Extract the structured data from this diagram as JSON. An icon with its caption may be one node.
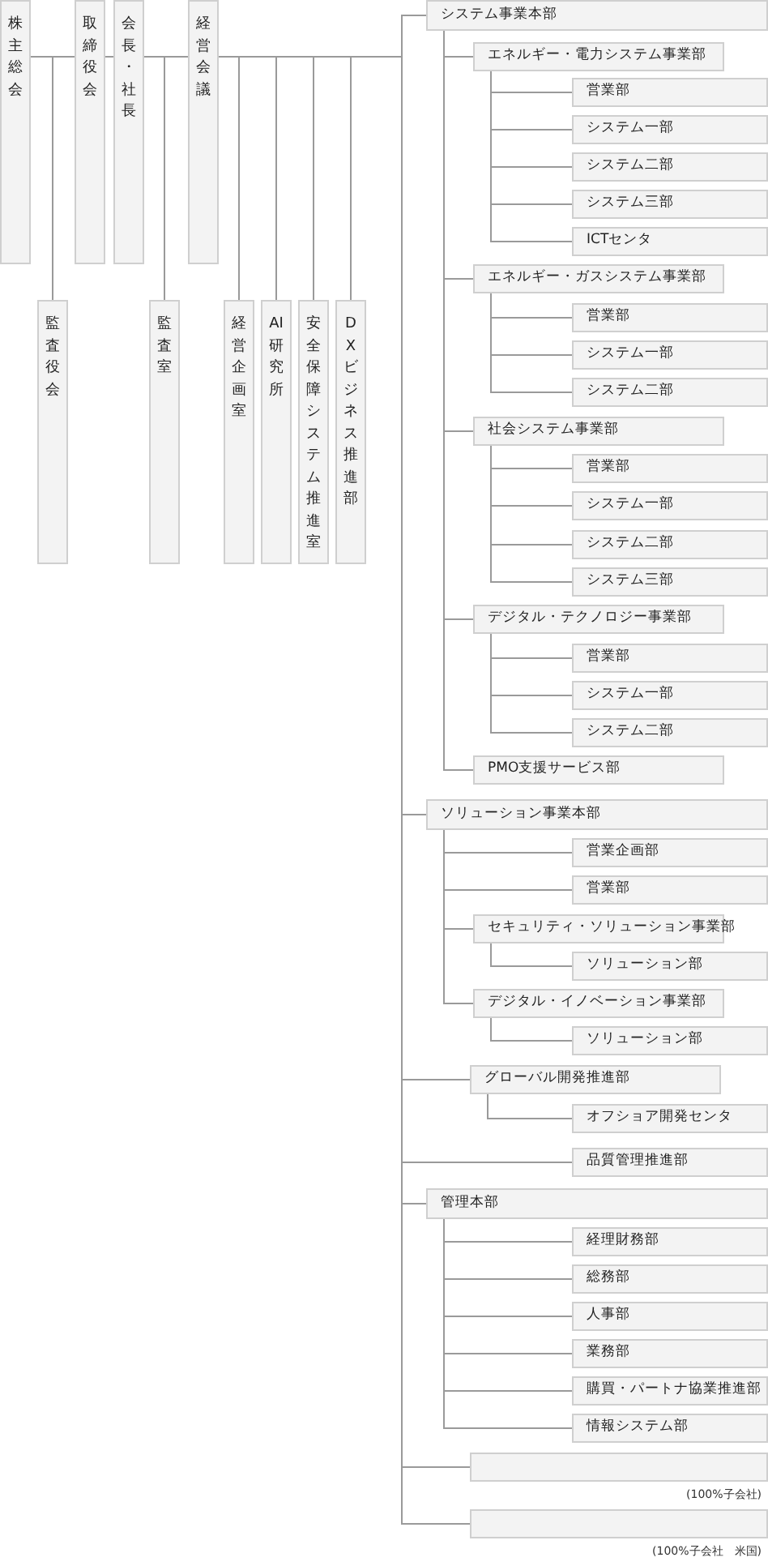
{
  "diagram": {
    "nodes": [
      {
        "text": [
          "株主総会"
        ]
      },
      {
        "text": [
          "取締役会"
        ]
      },
      {
        "text": [
          "会長・社長"
        ]
      },
      {
        "text": [
          "経営会議"
        ]
      },
      {
        "text": [
          "監査役会"
        ]
      },
      {
        "text": [
          "監査室"
        ]
      },
      {
        "text": [
          "経営企画室"
        ]
      },
      {
        "text": [
          "AI研究所"
        ]
      },
      {
        "text": [
          "安全保障システム推進室"
        ]
      },
      {
        "text": [
          "DXビジネス推進部"
        ]
      },
      {
        "text": [
          "システム事業本部"
        ]
      },
      {
        "text": [
          "エネルギー・電力システム事業部"
        ]
      },
      {
        "text": [
          "営業部"
        ]
      },
      {
        "text": [
          "システム一部"
        ]
      },
      {
        "text": [
          "システム二部"
        ]
      },
      {
        "text": [
          "システム三部"
        ]
      },
      {
        "text": [
          "ICTセンタ"
        ]
      },
      {
        "text": [
          "エネルギー・ガスシステム事業部"
        ]
      },
      {
        "text": [
          "営業部"
        ]
      },
      {
        "text": [
          "システム一部"
        ]
      },
      {
        "text": [
          "システム二部"
        ]
      },
      {
        "text": [
          "社会システム事業部"
        ]
      },
      {
        "text": [
          "営業部"
        ]
      },
      {
        "text": [
          "システム一部"
        ]
      },
      {
        "text": [
          "システム二部"
        ]
      },
      {
        "text": [
          "システム三部"
        ]
      },
      {
        "text": [
          "デジタル・テクノロジー事業部"
        ]
      },
      {
        "text": [
          "営業部"
        ]
      },
      {
        "text": [
          "システム一部"
        ]
      },
      {
        "text": [
          "システム二部"
        ]
      },
      {
        "text": [
          "PMO支援サービス部"
        ]
      },
      {
        "text": [
          "ソリューション事業本部"
        ]
      },
      {
        "text": [
          "営業企画部"
        ]
      },
      {
        "text": [
          "営業部"
        ]
      },
      {
        "text": [
          "セキュリティ・ソリューション事業部"
        ]
      },
      {
        "text": [
          "ソリューション部"
        ]
      },
      {
        "text": [
          "デジタル・イノベーション事業部"
        ]
      },
      {
        "text": [
          "ソリューション部"
        ]
      },
      {
        "text": [
          "グローバル開発推進部"
        ]
      },
      {
        "text": [
          "オフショア開発センタ"
        ]
      },
      {
        "text": [
          "品質管理推進部"
        ]
      },
      {
        "text": [
          "管理本部"
        ]
      },
      {
        "text": [
          "経理財務部"
        ]
      },
      {
        "text": [
          "総務部"
        ]
      },
      {
        "text": [
          "人事部"
        ]
      },
      {
        "text": [
          "業務部"
        ]
      },
      {
        "text": [
          "購買・パートナ協業推進部"
        ]
      },
      {
        "text": [
          "情報システム部"
        ]
      },
      {
        "text": [],
        "shape": "box",
        "beside": [
          "(100%子会社)"
        ]
      },
      {
        "text": [],
        "shape": "box",
        "beside": [
          "(100%子会社　米国)"
        ]
      }
    ],
    "edges": [
      {
        "from": 0,
        "to": 1,
        "arrow": "none"
      },
      {
        "from": 1,
        "to": 2,
        "arrow": "none"
      },
      {
        "from": 2,
        "to": 3,
        "arrow": "none"
      },
      {
        "from": 0,
        "to": 4,
        "arrow": "none"
      },
      {
        "from": 2,
        "to": 5,
        "arrow": "none"
      },
      {
        "from": 3,
        "to": 6,
        "arrow": "none"
      },
      {
        "from": 3,
        "to": 7,
        "arrow": "none"
      },
      {
        "from": 3,
        "to": 8,
        "arrow": "none"
      },
      {
        "from": 3,
        "to": 9,
        "arrow": "none"
      },
      {
        "from": 3,
        "to": 10,
        "arrow": "none"
      },
      {
        "from": 10,
        "to": 11,
        "arrow": "none"
      },
      {
        "from": 11,
        "to": 12,
        "arrow": "none"
      },
      {
        "from": 11,
        "to": 13,
        "arrow": "none"
      },
      {
        "from": 11,
        "to": 14,
        "arrow": "none"
      },
      {
        "from": 11,
        "to": 15,
        "arrow": "none"
      },
      {
        "from": 11,
        "to": 16,
        "arrow": "none"
      },
      {
        "from": 10,
        "to": 17,
        "arrow": "none"
      },
      {
        "from": 17,
        "to": 18,
        "arrow": "none"
      },
      {
        "from": 17,
        "to": 19,
        "arrow": "none"
      },
      {
        "from": 17,
        "to": 20,
        "arrow": "none"
      },
      {
        "from": 10,
        "to": 21,
        "arrow": "none"
      },
      {
        "from": 21,
        "to": 22,
        "arrow": "none"
      },
      {
        "from": 21,
        "to": 23,
        "arrow": "none"
      },
      {
        "from": 21,
        "to": 24,
        "arrow": "none"
      },
      {
        "from": 21,
        "to": 25,
        "arrow": "none"
      },
      {
        "from": 10,
        "to": 26,
        "arrow": "none"
      },
      {
        "from": 26,
        "to": 27,
        "arrow": "none"
      },
      {
        "from": 26,
        "to": 28,
        "arrow": "none"
      },
      {
        "from": 26,
        "to": 29,
        "arrow": "none"
      },
      {
        "from": 10,
        "to": 30,
        "arrow": "none"
      },
      {
        "from": 3,
        "to": 31,
        "arrow": "none"
      },
      {
        "from": 31,
        "to": 32,
        "arrow": "none"
      },
      {
        "from": 31,
        "to": 33,
        "arrow": "none"
      },
      {
        "from": 31,
        "to": 34,
        "arrow": "none"
      },
      {
        "from": 34,
        "to": 35,
        "arrow": "none"
      },
      {
        "from": 31,
        "to": 36,
        "arrow": "none"
      },
      {
        "from": 36,
        "to": 37,
        "arrow": "none"
      },
      {
        "from": 3,
        "to": 38,
        "arrow": "none"
      },
      {
        "from": 38,
        "to": 39,
        "arrow": "none"
      },
      {
        "from": 3,
        "to": 40,
        "arrow": "none"
      },
      {
        "from": 3,
        "to": 41,
        "arrow": "none"
      },
      {
        "from": 41,
        "to": 42,
        "arrow": "none"
      },
      {
        "from": 41,
        "to": 43,
        "arrow": "none"
      },
      {
        "from": 41,
        "to": 44,
        "arrow": "none"
      },
      {
        "from": 41,
        "to": 45,
        "arrow": "none"
      },
      {
        "from": 41,
        "to": 46,
        "arrow": "none"
      },
      {
        "from": 41,
        "to": 47,
        "arrow": "none"
      },
      {
        "from": 3,
        "to": 48,
        "arrow": "none"
      },
      {
        "from": 3,
        "to": 49,
        "arrow": "none"
      }
    ]
  }
}
